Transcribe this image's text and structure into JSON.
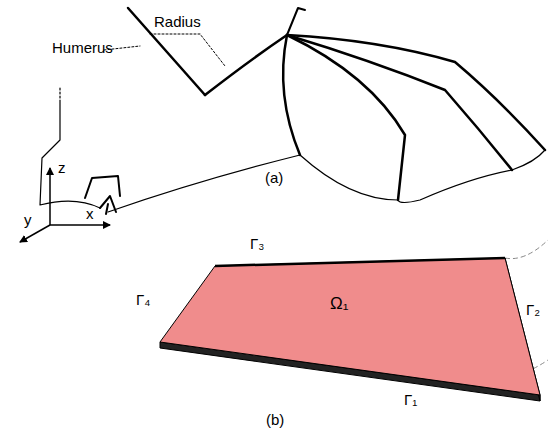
{
  "diagram": {
    "nodes": [
      {
        "text": [
          "Ω₁"
        ]
      }
    ],
    "labels": [
      "Humerus",
      "Radius",
      "(a)",
      "(b)",
      "x",
      "y",
      "z",
      "Γ₁",
      "Γ₂",
      "Γ₃",
      "Γ₄"
    ]
  }
}
